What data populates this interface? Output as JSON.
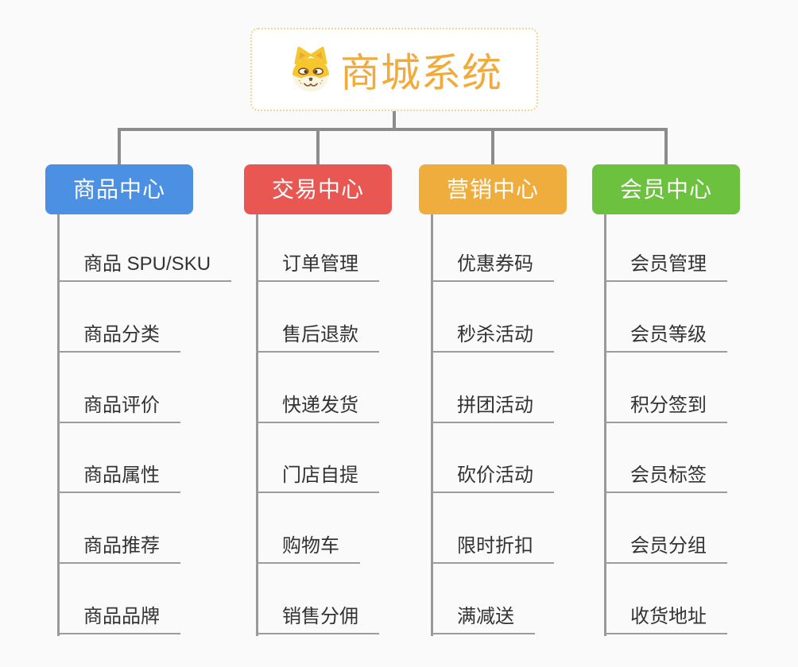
{
  "root": {
    "title": "商城系统",
    "icon": "dog-icon"
  },
  "branches": [
    {
      "label": "商品中心",
      "color": "#4B90E2",
      "children": [
        "商品 SPU/SKU",
        "商品分类",
        "商品评价",
        "商品属性",
        "商品推荐",
        "商品品牌"
      ]
    },
    {
      "label": "交易中心",
      "color": "#E85752",
      "children": [
        "订单管理",
        "售后退款",
        "快递发货",
        "门店自提",
        "购物车",
        "销售分佣"
      ]
    },
    {
      "label": "营销中心",
      "color": "#EFAD3E",
      "children": [
        "优惠券码",
        "秒杀活动",
        "拼团活动",
        "砍价活动",
        "限时折扣",
        "满减送"
      ]
    },
    {
      "label": "会员中心",
      "color": "#6CC13F",
      "children": [
        "会员管理",
        "会员等级",
        "积分签到",
        "会员标签",
        "会员分组",
        "收货地址"
      ]
    }
  ],
  "colors": {
    "background": "#FAFAFA",
    "root_accent": "#F0AB3C",
    "root_border": "#F6D38E",
    "connector": "#8C8C8C",
    "spine": "#999999",
    "underline": "#9C9C9C",
    "leaf_text": "#333333",
    "node_text": "#FFFFFF"
  }
}
